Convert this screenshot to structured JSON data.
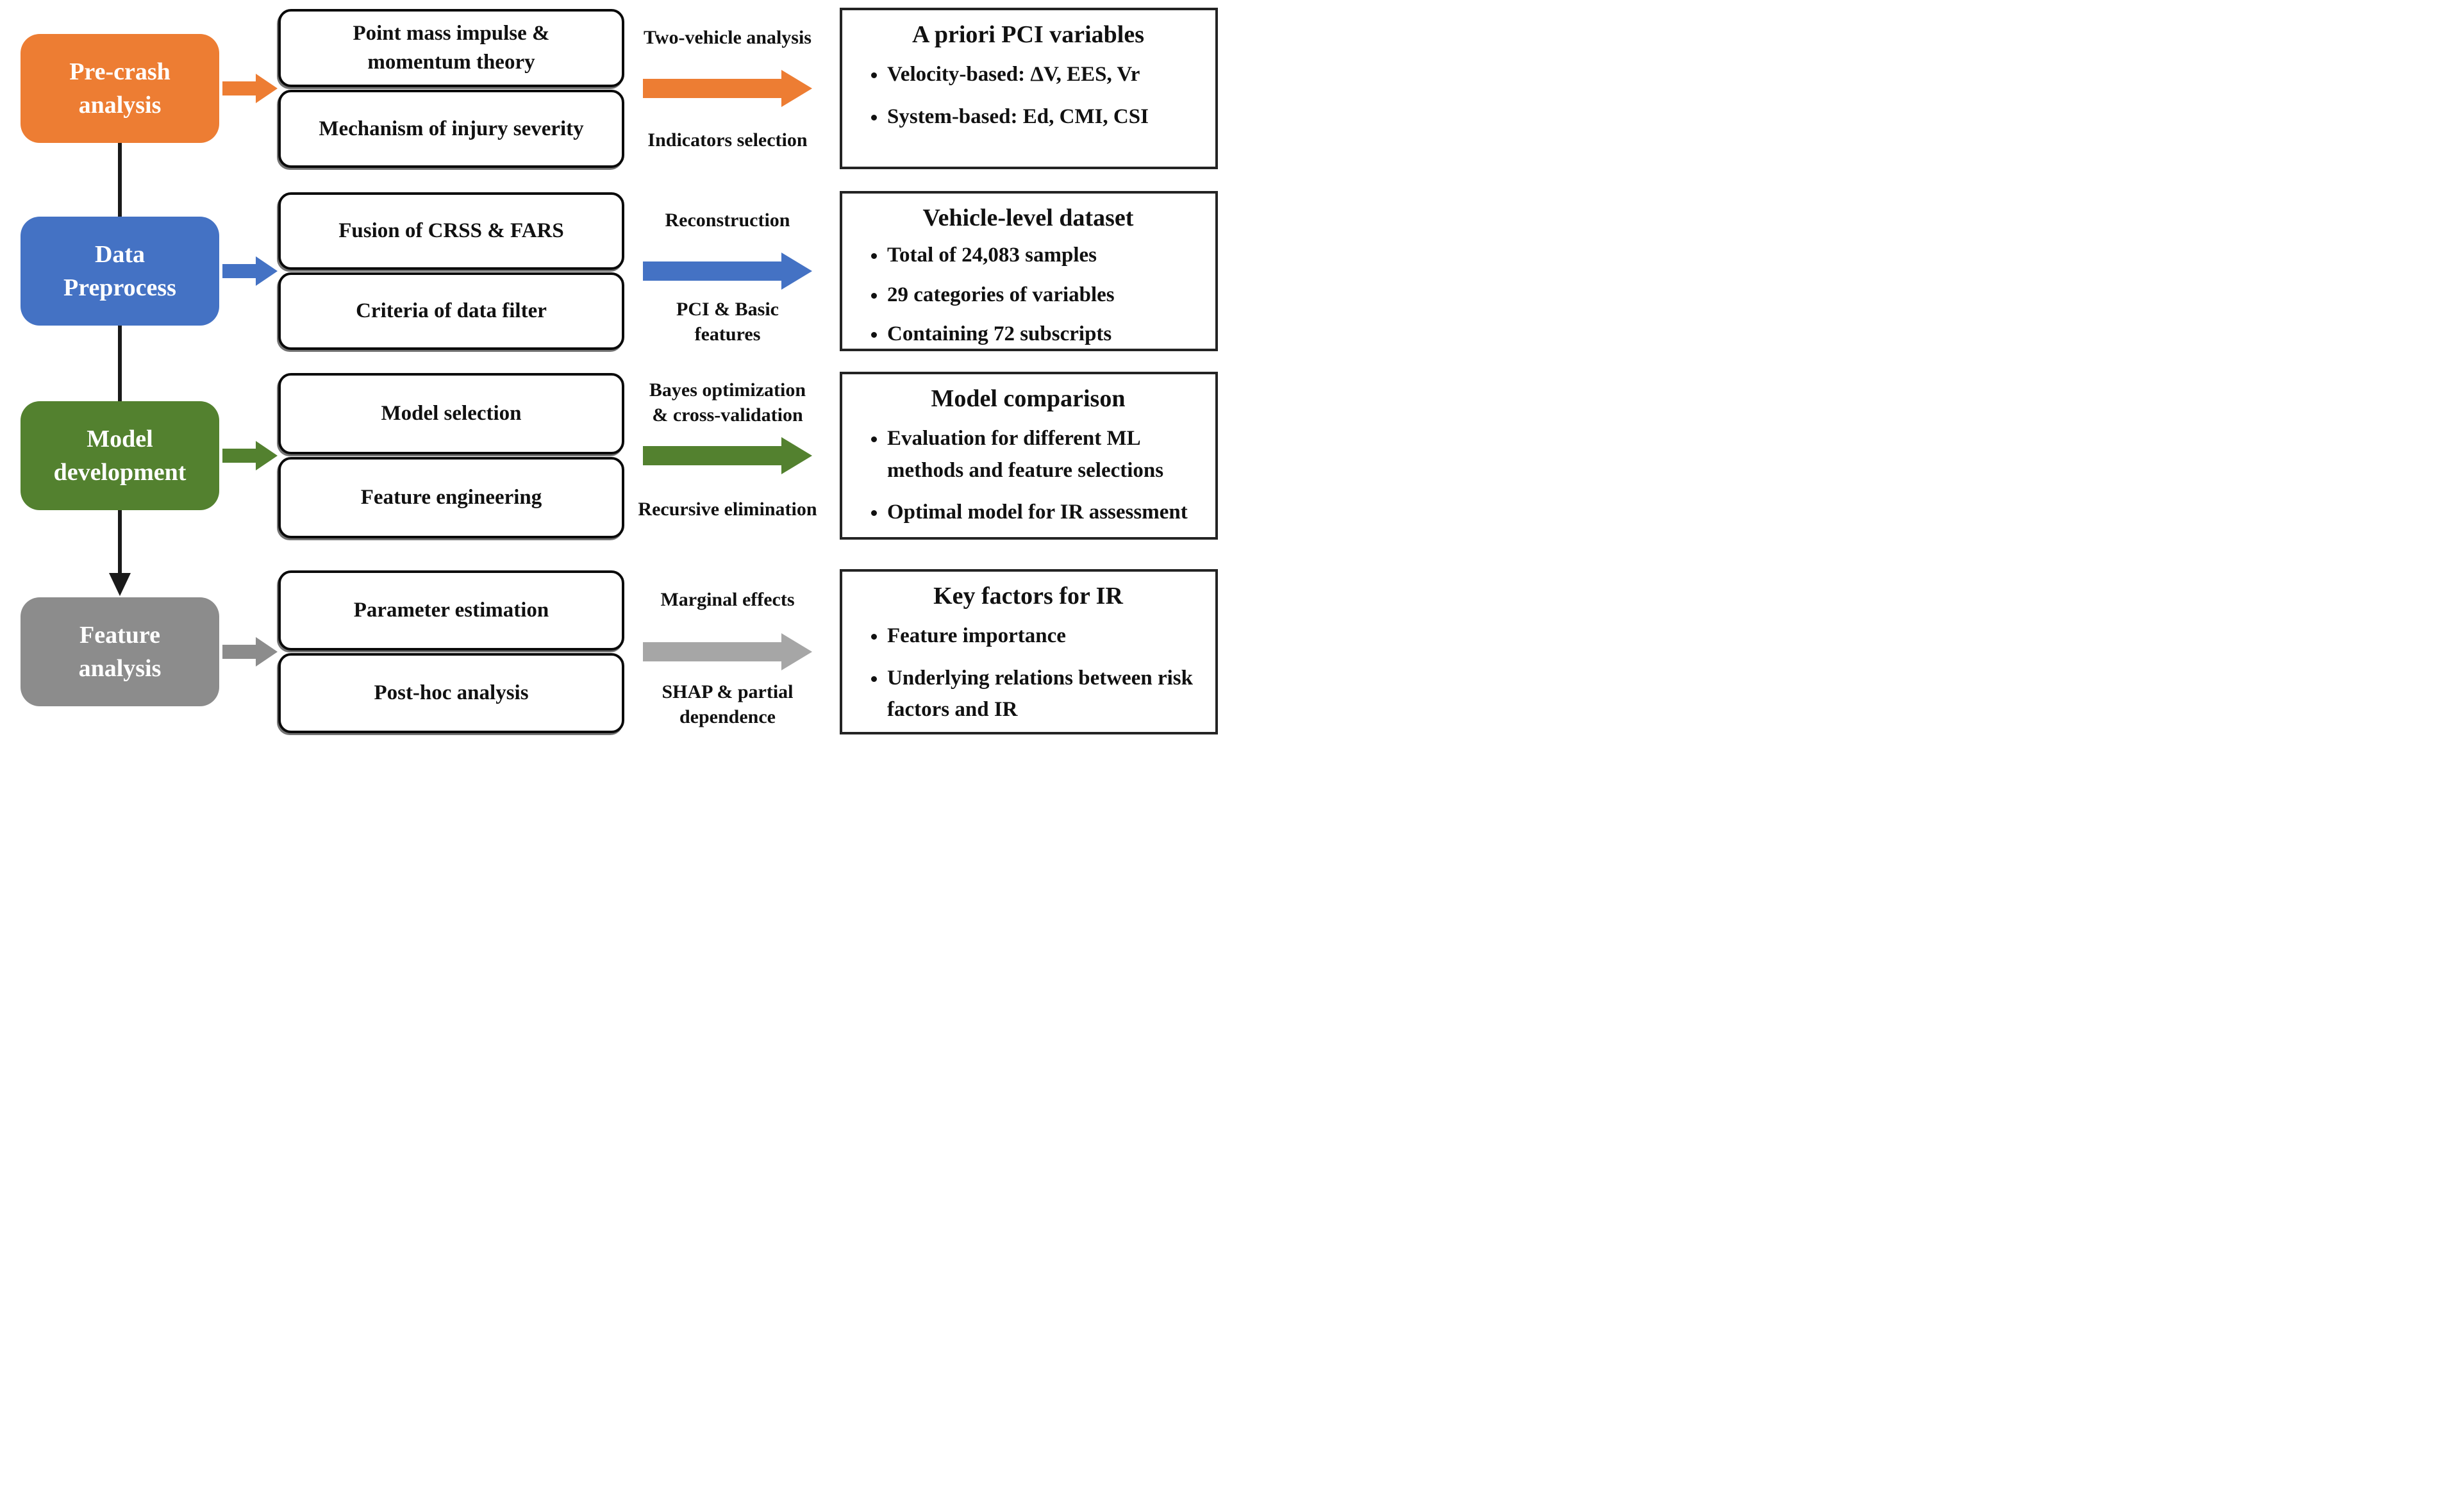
{
  "figure": {
    "background": "#ffffff",
    "connector_color": "#1a1a1a"
  },
  "stages": [
    {
      "name": "Pre-crash analysis",
      "label_lines": [
        "Pre-crash",
        "analysis"
      ],
      "color": "#ED7D33",
      "small_arrow_color": "#ED7D33",
      "long_arrow_color": "#ED7D33",
      "processes": [
        [
          "Point mass impulse &",
          "momentum theory"
        ],
        [
          "Mechanism of injury severity"
        ]
      ],
      "arrow_top_lines": [
        "Two-vehicle analysis"
      ],
      "arrow_bottom_lines": [
        "Indicators selection"
      ],
      "result_title": "A priori PCI variables",
      "result_bullets": [
        "Velocity-based: ΔV, EES, Vr",
        "System-based: Ed, CMI, CSI"
      ]
    },
    {
      "name": "Data Preprocess",
      "label_lines": [
        "Data",
        "Preprocess"
      ],
      "color": "#4472C4",
      "small_arrow_color": "#4472C4",
      "long_arrow_color": "#4472C4",
      "processes": [
        [
          "Fusion of CRSS & FARS"
        ],
        [
          "Criteria of data filter"
        ]
      ],
      "arrow_top_lines": [
        "Reconstruction"
      ],
      "arrow_bottom_lines": [
        "PCI & Basic",
        "features"
      ],
      "result_title": "Vehicle-level dataset",
      "result_bullets": [
        "Total of 24,083 samples",
        "29 categories of variables",
        "Containing 72 subscripts"
      ]
    },
    {
      "name": "Model development",
      "label_lines": [
        "Model",
        "development"
      ],
      "color": "#53812F",
      "small_arrow_color": "#53812F",
      "long_arrow_color": "#53812F",
      "processes": [
        [
          "Model selection"
        ],
        [
          "Feature engineering"
        ]
      ],
      "arrow_top_lines": [
        "Bayes optimization",
        "& cross-validation"
      ],
      "arrow_bottom_lines": [
        "Recursive elimination"
      ],
      "result_title": "Model comparison",
      "result_bullets": [
        "Evaluation for different ML methods and feature selections",
        "Optimal model for IR assessment"
      ]
    },
    {
      "name": "Feature analysis",
      "label_lines": [
        "Feature",
        "analysis"
      ],
      "color": "#8C8C8C",
      "small_arrow_color": "#8C8C8C",
      "long_arrow_color": "#A6A6A6",
      "processes": [
        [
          "Parameter estimation"
        ],
        [
          "Post-hoc analysis"
        ]
      ],
      "arrow_top_lines": [
        "Marginal effects"
      ],
      "arrow_bottom_lines": [
        "SHAP & partial",
        "dependence"
      ],
      "result_title": "Key factors for IR",
      "result_bullets": [
        "Feature importance",
        "Underlying relations between risk factors and IR"
      ]
    }
  ]
}
